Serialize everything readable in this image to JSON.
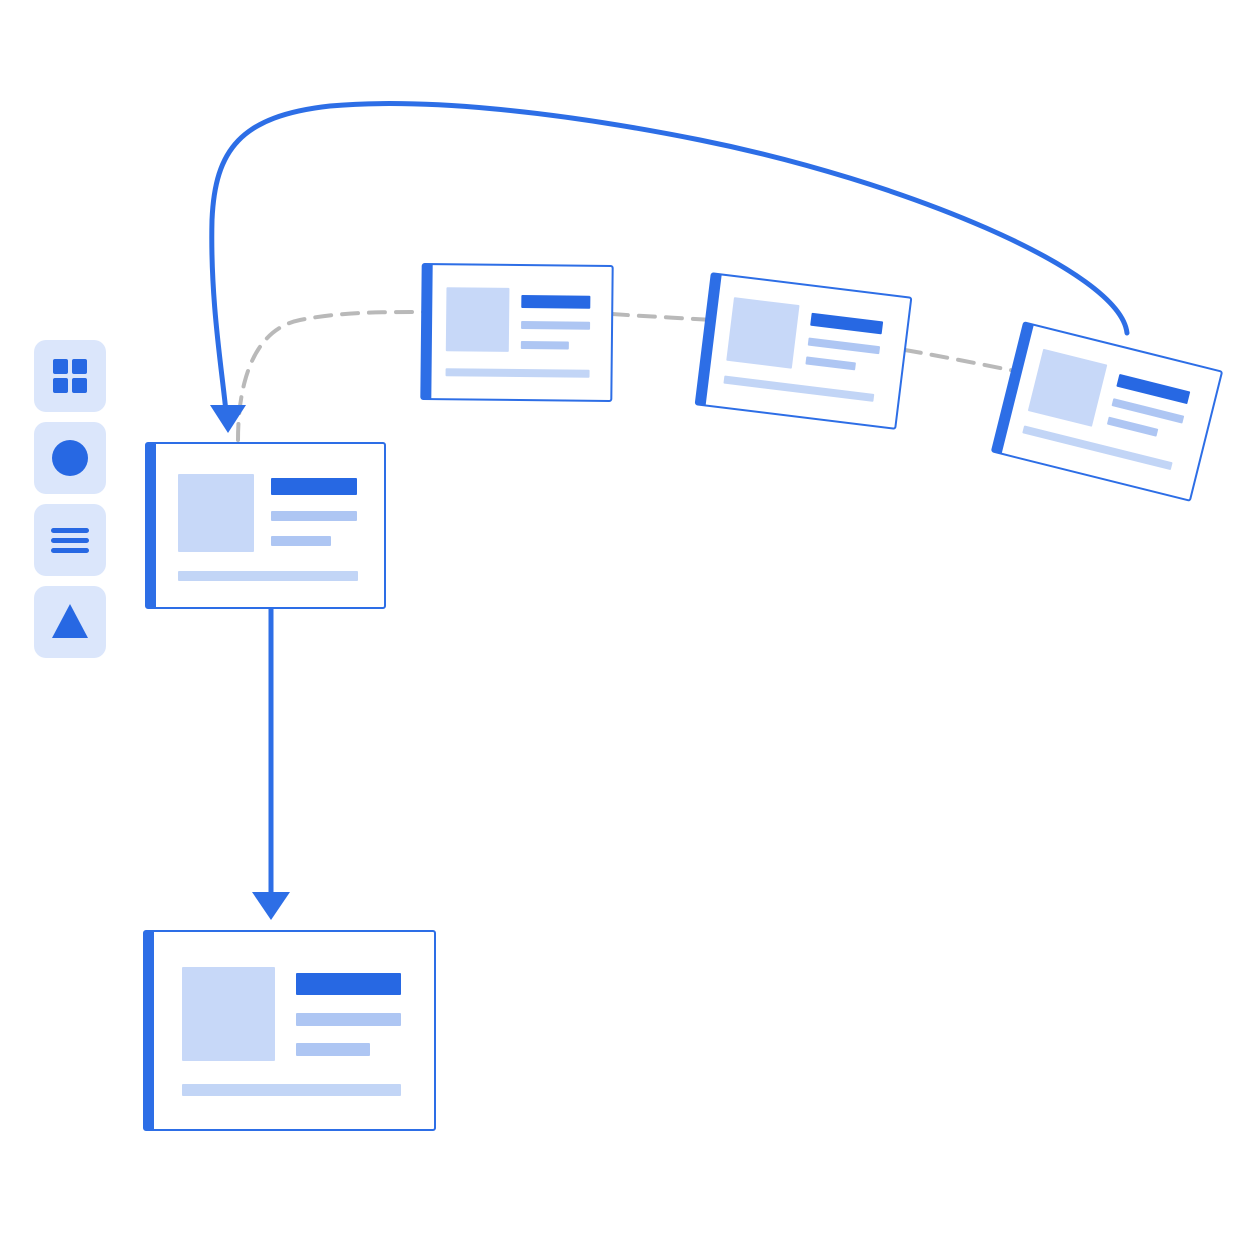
{
  "colors": {
    "accent": "#2d6ee6",
    "accent_dark": "#2768e3",
    "placeholder_block": "#c7d8f8",
    "placeholder_line": "#aec6f3",
    "toolbar_button_bg": "#dbe6fb",
    "dashed_connector": "#b9b9b9",
    "background": "#ffffff"
  },
  "toolbar": {
    "tools": [
      {
        "icon": "grid-icon"
      },
      {
        "icon": "circle-icon"
      },
      {
        "icon": "list-icon"
      },
      {
        "icon": "triangle-icon"
      }
    ]
  },
  "connectors": [
    {
      "from": "card-top-3",
      "to": "card-main",
      "style": "solid",
      "arrow": true
    },
    {
      "from": "card-main",
      "to": "card-bottom",
      "style": "solid",
      "arrow": true
    },
    {
      "from": "card-main",
      "to": "card-top-3",
      "style": "dashed",
      "arrow": false
    }
  ]
}
